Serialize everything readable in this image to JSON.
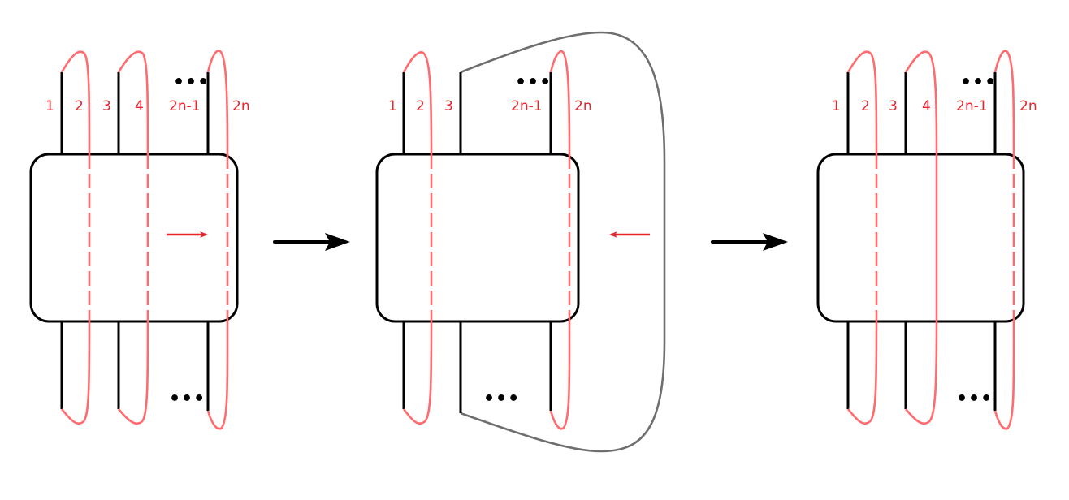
{
  "diagram": {
    "description": "Three-panel tangle/braid diagram with plat closure strands",
    "colors": {
      "strand_black": "#000000",
      "strand_red": "#ff6b6e",
      "label_red": "#e8242f",
      "arrow_red": "#e8242f",
      "closure_gray": "#6e6e6e"
    },
    "panels": [
      {
        "id": "panel-1",
        "labels": [
          "1",
          "2",
          "3",
          "4",
          "2n-1",
          "2n"
        ],
        "ellipsis_top": "•••",
        "ellipsis_bottom": "•••",
        "inner_arrow": "right",
        "red_strand_style": [
          "dashed",
          "dashed",
          "dashed"
        ]
      },
      {
        "id": "panel-2",
        "labels": [
          "1",
          "2",
          "3",
          "2n-1",
          "2n"
        ],
        "ellipsis_top": "•••",
        "ellipsis_bottom": "•••",
        "inner_arrow": "left",
        "outer_closure": "gray loop from strand 3 around right side",
        "red_strand_style": [
          "dashed",
          "dashed"
        ]
      },
      {
        "id": "panel-3",
        "labels": [
          "1",
          "2",
          "3",
          "4",
          "2n-1",
          "2n"
        ],
        "ellipsis_top": "•••",
        "ellipsis_bottom": "•••",
        "inner_arrow": "none",
        "red_strand_style": [
          "dashed",
          "solid",
          "dashed"
        ]
      }
    ],
    "transition_arrows": [
      "panel-1 to panel-2",
      "panel-2 to panel-3"
    ]
  }
}
